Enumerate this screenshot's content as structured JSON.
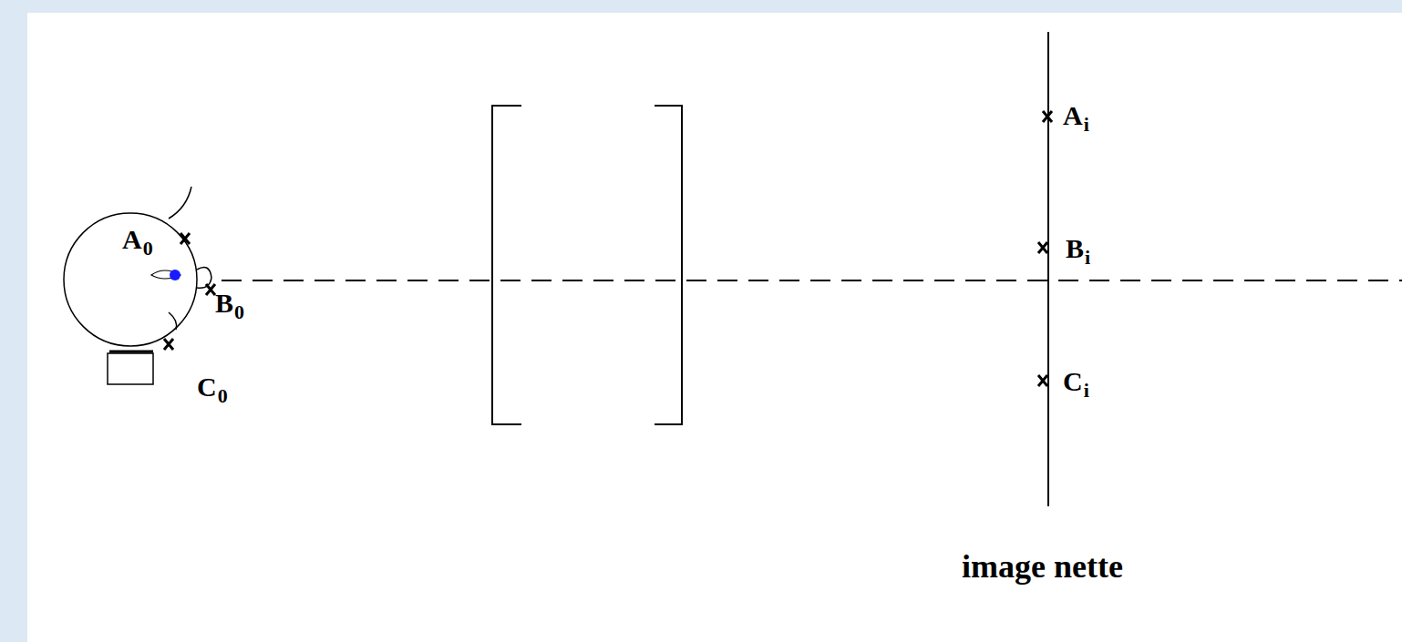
{
  "diagram": {
    "labels": [
      "A0",
      "B0",
      "C0",
      "Ai",
      "Bi",
      "Ci",
      "image nette"
    ]
  }
}
